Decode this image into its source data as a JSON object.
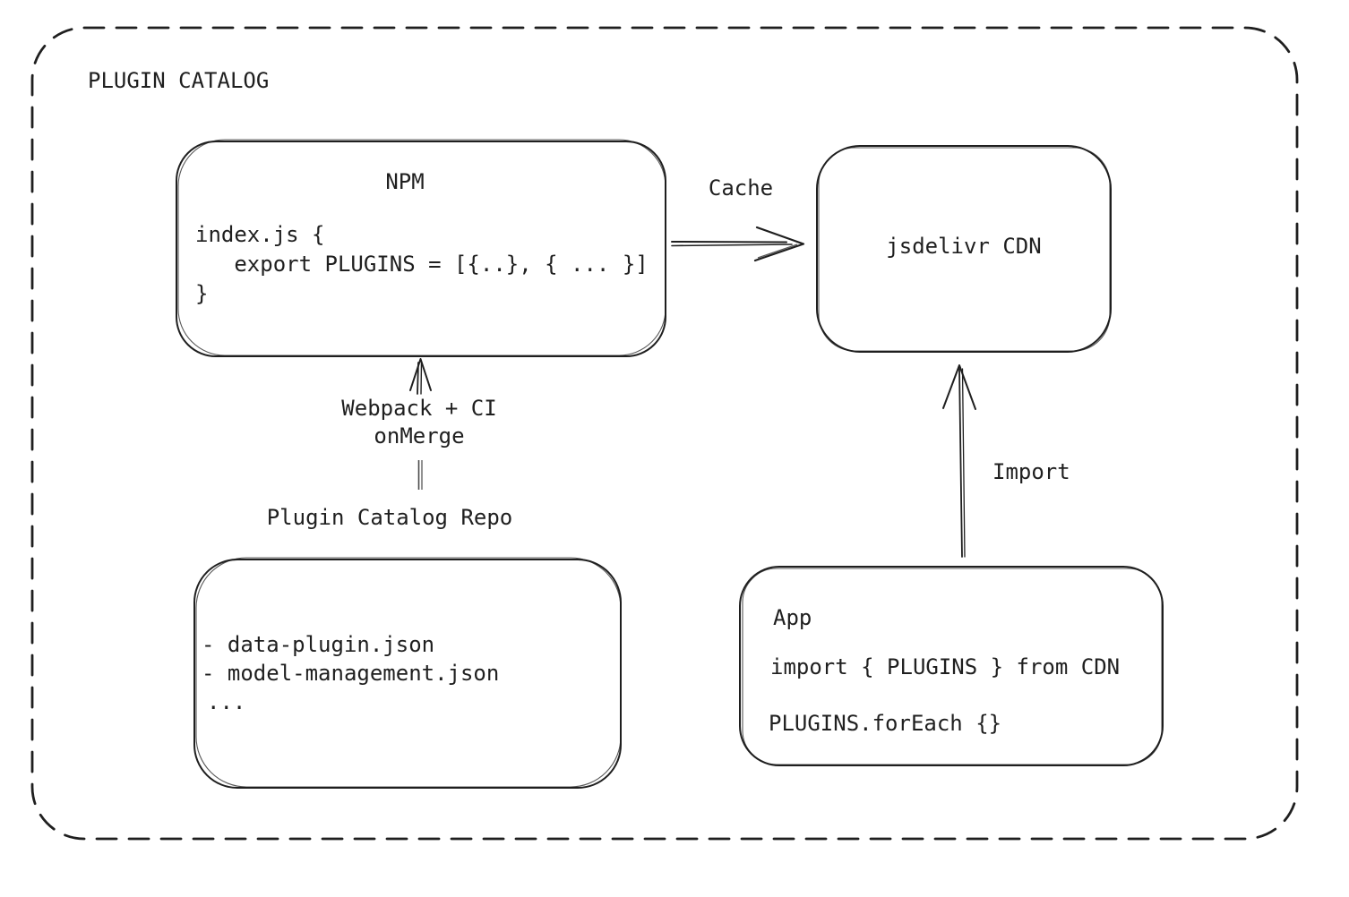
{
  "colors": {
    "stroke": "#1f1f1f",
    "background": "#ffffff",
    "connector": "#4a4a4a"
  },
  "frame": {
    "title": "PLUGIN CATALOG"
  },
  "npm_box": {
    "title": "NPM",
    "code_lines": [
      "index.js {",
      "   export PLUGINS = [{..}, { ... }]",
      "}"
    ]
  },
  "cdn_box": {
    "title": "jsdelivr CDN"
  },
  "repo": {
    "label": "Plugin Catalog Repo",
    "file_lines": [
      "- data-plugin.json",
      "- model-management.json",
      "..."
    ]
  },
  "app_box": {
    "title": "App",
    "code_lines": [
      "import { PLUGINS } from CDN",
      "PLUGINS.forEach {}"
    ]
  },
  "arrows": {
    "cache_label": "Cache",
    "build_label_line1": "Webpack + CI",
    "build_label_line2": "onMerge",
    "import_label": "Import"
  }
}
